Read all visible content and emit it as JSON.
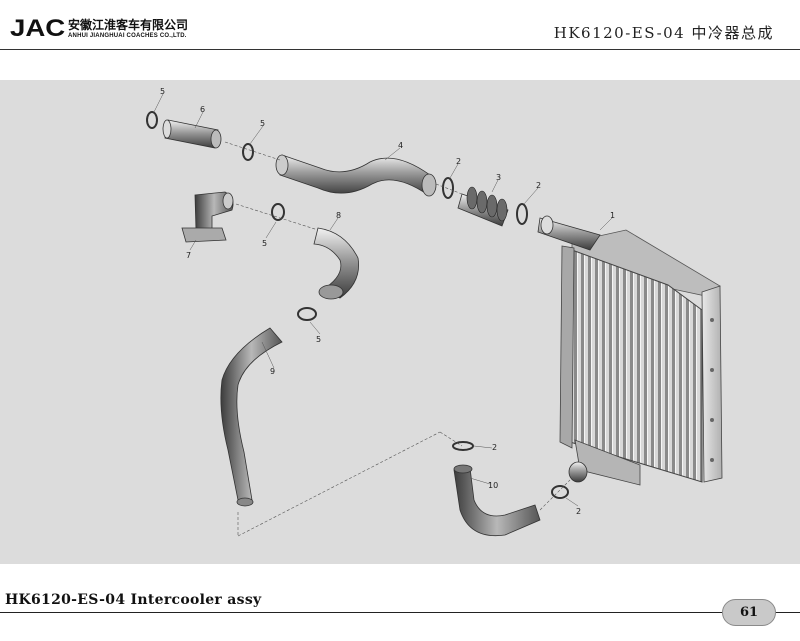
{
  "header": {
    "brand": "JAC",
    "company_cn": "安徽江淮客车有限公司",
    "company_en": "ANHUI JIANGHUAI COACHES CO.,LTD.",
    "doc_title": "HK6120-ES-04 中冷器总成"
  },
  "drawing": {
    "callouts": [
      "1",
      "2",
      "2",
      "2",
      "2",
      "3",
      "4",
      "5",
      "5",
      "5",
      "5",
      "6",
      "7",
      "8",
      "9",
      "10"
    ]
  },
  "footer": {
    "title": "HK6120-ES-04 Intercooler assy",
    "page_number": "61"
  },
  "colors": {
    "background": "#dcdcdc",
    "badge": "#c9c9c9"
  }
}
